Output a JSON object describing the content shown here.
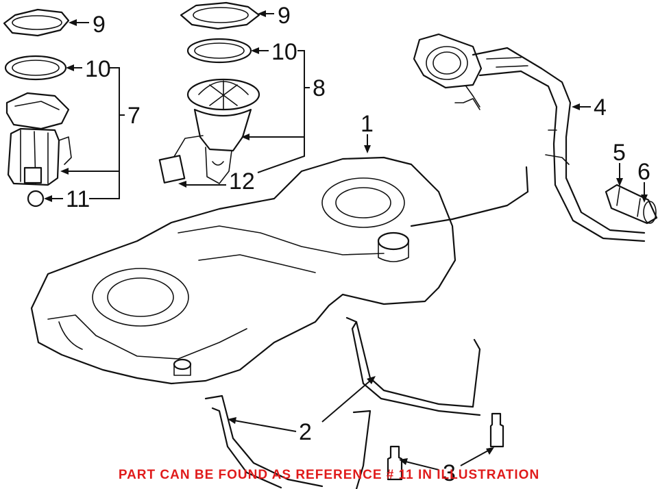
{
  "labels": {
    "l1": "1",
    "l2": "2",
    "l3": "3",
    "l4": "4",
    "l5": "5",
    "l6": "6",
    "l7": "7",
    "l8": "8",
    "l9a": "9",
    "l9b": "9",
    "l10a": "10",
    "l10b": "10",
    "l11": "11",
    "l12": "12"
  },
  "footnote": "PART CAN BE FOUND AS REFERENCE # 11 IN ILLUSTRATION",
  "colors": {
    "line": "#111111",
    "footnote": "#e01b1b",
    "background": "#ffffff"
  }
}
